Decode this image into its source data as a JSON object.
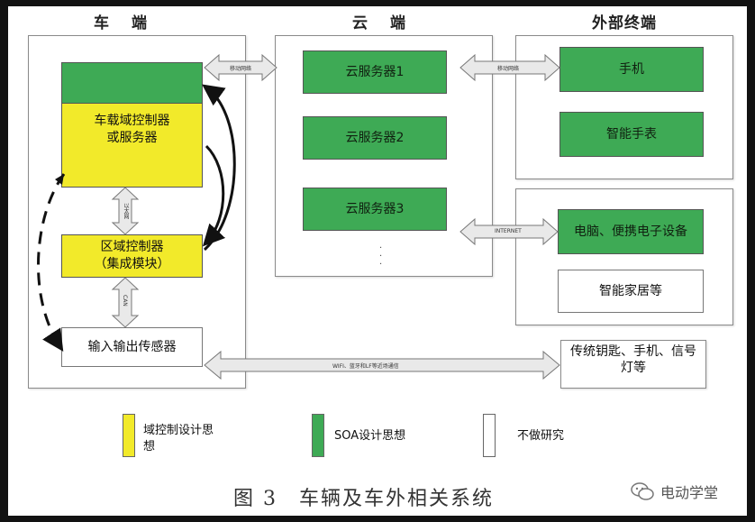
{
  "headers": {
    "vehicle": "车　端",
    "cloud": "云　端",
    "external": "外部终端"
  },
  "vehicle": {
    "domain_controller": "车载域控制器\n或服务器",
    "zone_controller": "区域控制器\n（集成模块）",
    "io_sensor": "输入输出传感器"
  },
  "cloud": {
    "servers": [
      "云服务器1",
      "云服务器2",
      "云服务器3"
    ],
    "ellipsis": "·\n·\n·"
  },
  "external": {
    "phone": "手机",
    "smartwatch": "智能手表",
    "pc_devices": "电脑、便携电子设备",
    "smart_home": "智能家居等",
    "keys": "传统钥匙、手机、信号\n灯等"
  },
  "links": {
    "vehicle_cloud": "移动网络",
    "cloud_external": "移动网络",
    "internet": "INTERNET",
    "wireless": "WIFI、蓝牙和LF等近场通信",
    "dc_zone": "以太网",
    "zone_io": "CAN"
  },
  "legend": [
    {
      "label": "域控制设计思\n想",
      "color": "#f2ea2a"
    },
    {
      "label": "SOA设计思想",
      "color": "#3eaa55"
    },
    {
      "label": "不做研究",
      "color": "#ffffff"
    }
  ],
  "caption": "图 3　车辆及车外相关系统",
  "watermark": {
    "text": "电动学堂",
    "icon": "wechat-icon"
  },
  "colors": {
    "green": "#3eaa55",
    "yellow": "#f2ea2a",
    "arrow_fill": "#e9e9e9"
  }
}
